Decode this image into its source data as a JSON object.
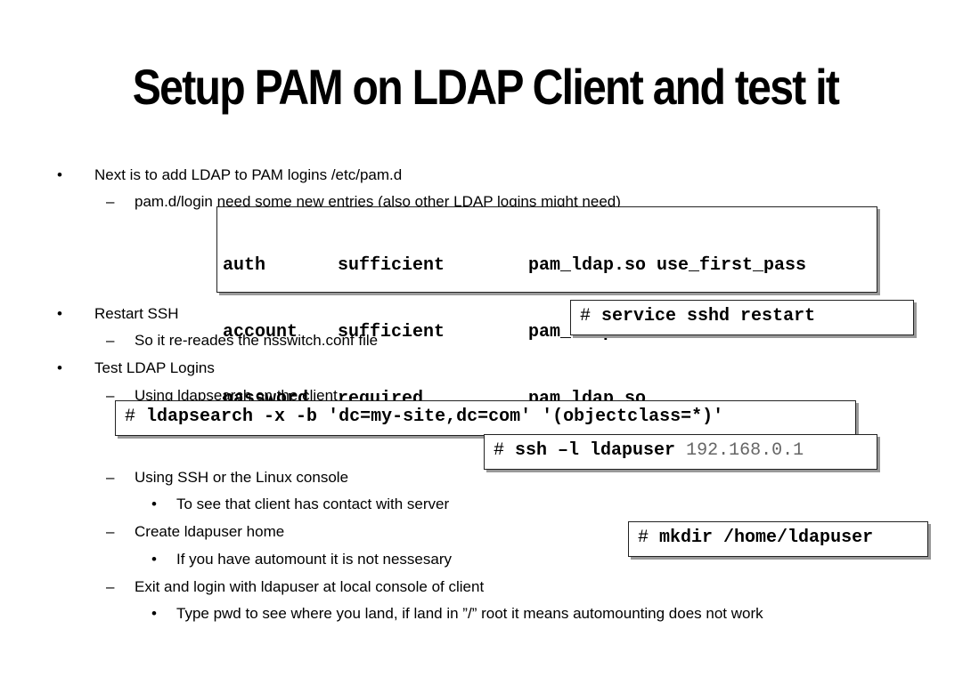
{
  "title": "Setup PAM on LDAP Client and test it",
  "bullets": [
    {
      "level": 1,
      "marker": "•",
      "text": "Next is to add LDAP to PAM logins /etc/pam.d"
    },
    {
      "level": 2,
      "marker": "–",
      "text": "pam.d/login need some new entries (also other LDAP logins might need)"
    },
    {
      "level": 1,
      "marker": "•",
      "text": "Restart SSH"
    },
    {
      "level": 2,
      "marker": "–",
      "text": "So it re-reades the nsswitch.conf file"
    },
    {
      "level": 1,
      "marker": "•",
      "text": "Test LDAP Logins"
    },
    {
      "level": 2,
      "marker": "–",
      "text": "Using ldapsearch on the client"
    },
    {
      "level": 2,
      "marker": "–",
      "text": "Using SSH or the Linux console"
    },
    {
      "level": 3,
      "marker": "•",
      "text": "To see that client has contact with server"
    },
    {
      "level": 2,
      "marker": "–",
      "text": "Create ldapuser home"
    },
    {
      "level": 3,
      "marker": "•",
      "text": "If you have automount it is not nessesary"
    },
    {
      "level": 2,
      "marker": "–",
      "text": "Exit and login with ldapuser at local console of client"
    },
    {
      "level": 3,
      "marker": "•",
      "text": "Type pwd to see where you land, if land in ”/” root it means automounting does not work"
    }
  ],
  "pam_box": {
    "rows": [
      {
        "type": "auth",
        "control": "sufficient",
        "module": "pam_ldap.so use_first_pass"
      },
      {
        "type": "account",
        "control": "sufficient",
        "module": "pam_ldap.so"
      },
      {
        "type": "password",
        "control": "required",
        "module": "pam_ldap.so"
      }
    ]
  },
  "commands": {
    "prompt": "#",
    "sshd_restart": "service sshd restart",
    "ldapsearch": "ldapsearch -x -b 'dc=my-site,dc=com' '(objectclass=*)'",
    "ssh": "ssh –l ldapuser",
    "ssh_ip": "192.168.0.1",
    "mkdir": "mkdir /home/ldapuser"
  }
}
